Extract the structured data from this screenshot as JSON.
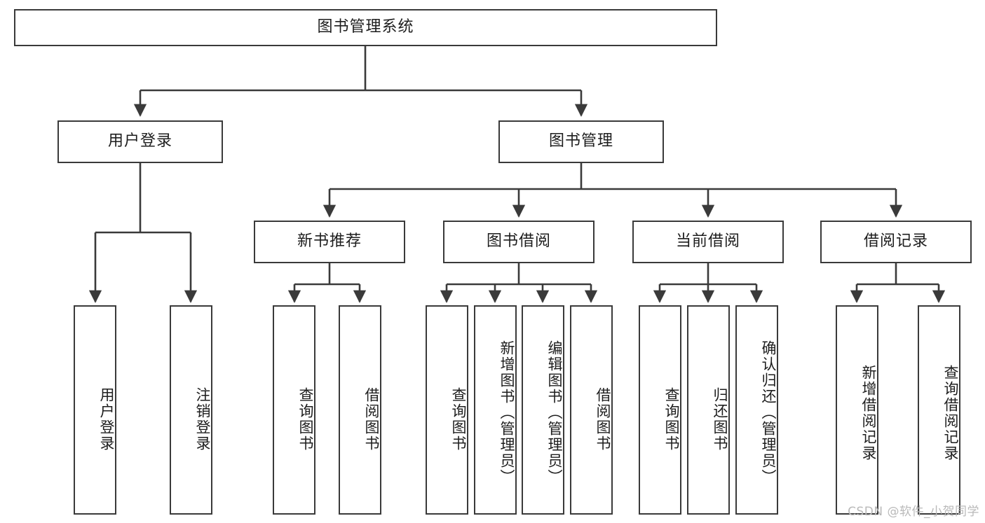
{
  "diagram": {
    "title": "图书管理系统",
    "type": "tree-hierarchy",
    "watermark": "CSDN @软件_小贺同学",
    "colors": {
      "background": "#ffffff",
      "box_border": "#3a3a3a",
      "box_fill": "#ffffff",
      "text": "#1d1d1d",
      "connector": "#3a3a3a",
      "watermark": "#b9b9b9"
    },
    "root": {
      "label": "图书管理系统"
    },
    "level2": [
      {
        "label": "用户登录"
      },
      {
        "label": "图书管理"
      }
    ],
    "level3": [
      {
        "label": "新书推荐"
      },
      {
        "label": "图书借阅"
      },
      {
        "label": "当前借阅"
      },
      {
        "label": "借阅记录"
      }
    ],
    "leaves": {
      "user_login": [
        {
          "label": "用户登录"
        },
        {
          "label": "注销登录"
        }
      ],
      "new_book_recommend": [
        {
          "label": "查询图书"
        },
        {
          "label": "借阅图书"
        }
      ],
      "book_borrow": [
        {
          "label": "查询图书"
        },
        {
          "label": "新增图书（管理员）"
        },
        {
          "label": "编辑图书（管理员）"
        },
        {
          "label": "借阅图书"
        }
      ],
      "current_borrow": [
        {
          "label": "查询图书"
        },
        {
          "label": "归还图书"
        },
        {
          "label": "确认归还（管理员）"
        }
      ],
      "borrow_record": [
        {
          "label": "新增借阅记录"
        },
        {
          "label": "查询借阅记录"
        }
      ]
    }
  }
}
